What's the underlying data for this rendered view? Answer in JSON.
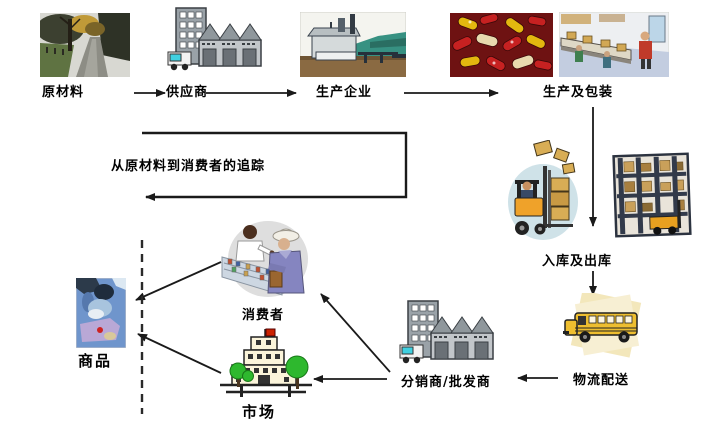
{
  "annotation": {
    "trace_label": "从原材料到消费者的追踪"
  },
  "nodes": {
    "raw_materials": {
      "label": "原材料",
      "icon": "country-road-photo"
    },
    "supplier": {
      "label": "供应商",
      "icon": "factory-buildings-icon"
    },
    "manufacturer": {
      "label": "生产企业",
      "icon": "industrial-plant-photo"
    },
    "production_packaging": {
      "label": "生产及包装",
      "icons": [
        "capsules-photo",
        "packing-line-photo"
      ]
    },
    "warehouse_in_out": {
      "label": "入库及出库",
      "icons": [
        "forklift-icon",
        "warehouse-shelves-icon"
      ]
    },
    "logistics": {
      "label": "物流配送",
      "icon": "delivery-bus-icon"
    },
    "distributor": {
      "label": "分销商/批发商",
      "icon": "factory-buildings-icon"
    },
    "market": {
      "label": "市场",
      "icon": "market-building-icon"
    },
    "consumer": {
      "label": "消费者",
      "icon": "shop-counter-people-icon"
    },
    "goods": {
      "label": "商品",
      "icon": "product-photo"
    }
  },
  "edges": [
    "raw_materials -> supplier",
    "supplier -> manufacturer",
    "manufacturer -> production_packaging",
    "production_packaging -> warehouse_in_out",
    "warehouse_in_out -> logistics",
    "logistics -> distributor",
    "distributor -> market",
    "distributor -> consumer",
    "consumer -> goods",
    "market -> goods"
  ],
  "colors": {
    "background": "#ffffff",
    "arrow": "#1a1a1a",
    "text": "#000000",
    "forklift_yellow": "#efa22a",
    "bus_yellow": "#eebe2f",
    "tree_green": "#2eb82e",
    "capsule_red": "#c62121",
    "capsule_yellow": "#e3b70f"
  }
}
